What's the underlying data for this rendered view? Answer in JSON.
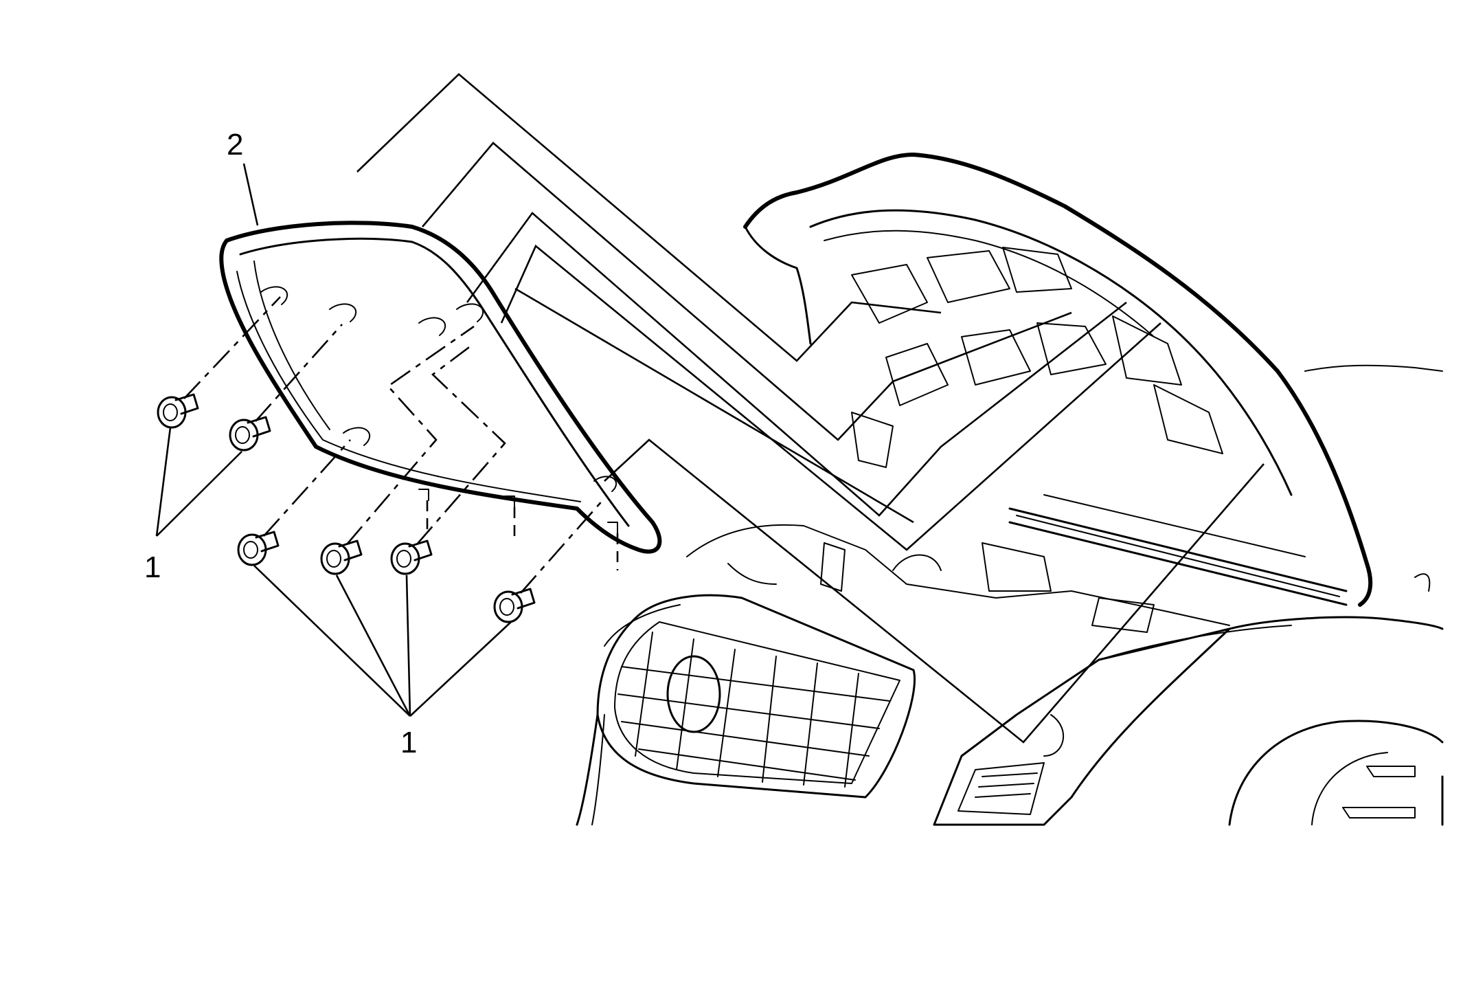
{
  "callouts": {
    "fasteners_left": "1",
    "fasteners_bottom": "1",
    "insulator": "2"
  },
  "colors": {
    "line": "#000000",
    "background": "#ffffff"
  }
}
